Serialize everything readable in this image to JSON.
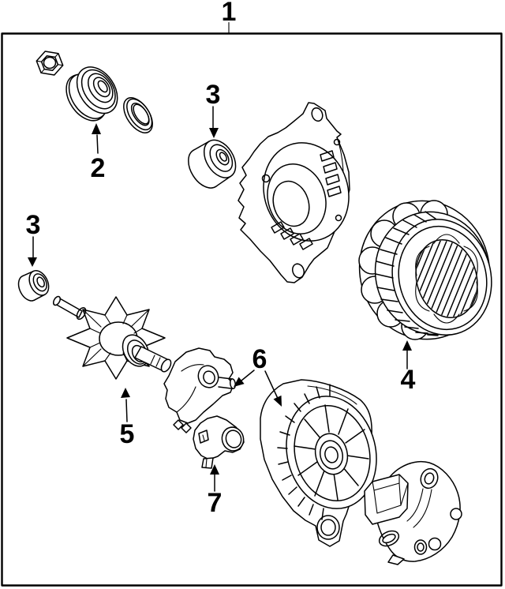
{
  "diagram": {
    "type": "exploded-parts-diagram",
    "subject": "Alternator assembly",
    "background_color": "#ffffff",
    "line_color": "#000000"
  },
  "callouts": [
    {
      "label": "1",
      "part": "alternator-assembly"
    },
    {
      "label": "2",
      "part": "pulley"
    },
    {
      "label": "3",
      "part": "front-bearing"
    },
    {
      "label": "3",
      "part": "rotor-bearing"
    },
    {
      "label": "4",
      "part": "stator"
    },
    {
      "label": "5",
      "part": "rotor"
    },
    {
      "label": "6",
      "part": "regulator-and-rear-housing"
    },
    {
      "label": "7",
      "part": "brush-holder"
    }
  ]
}
